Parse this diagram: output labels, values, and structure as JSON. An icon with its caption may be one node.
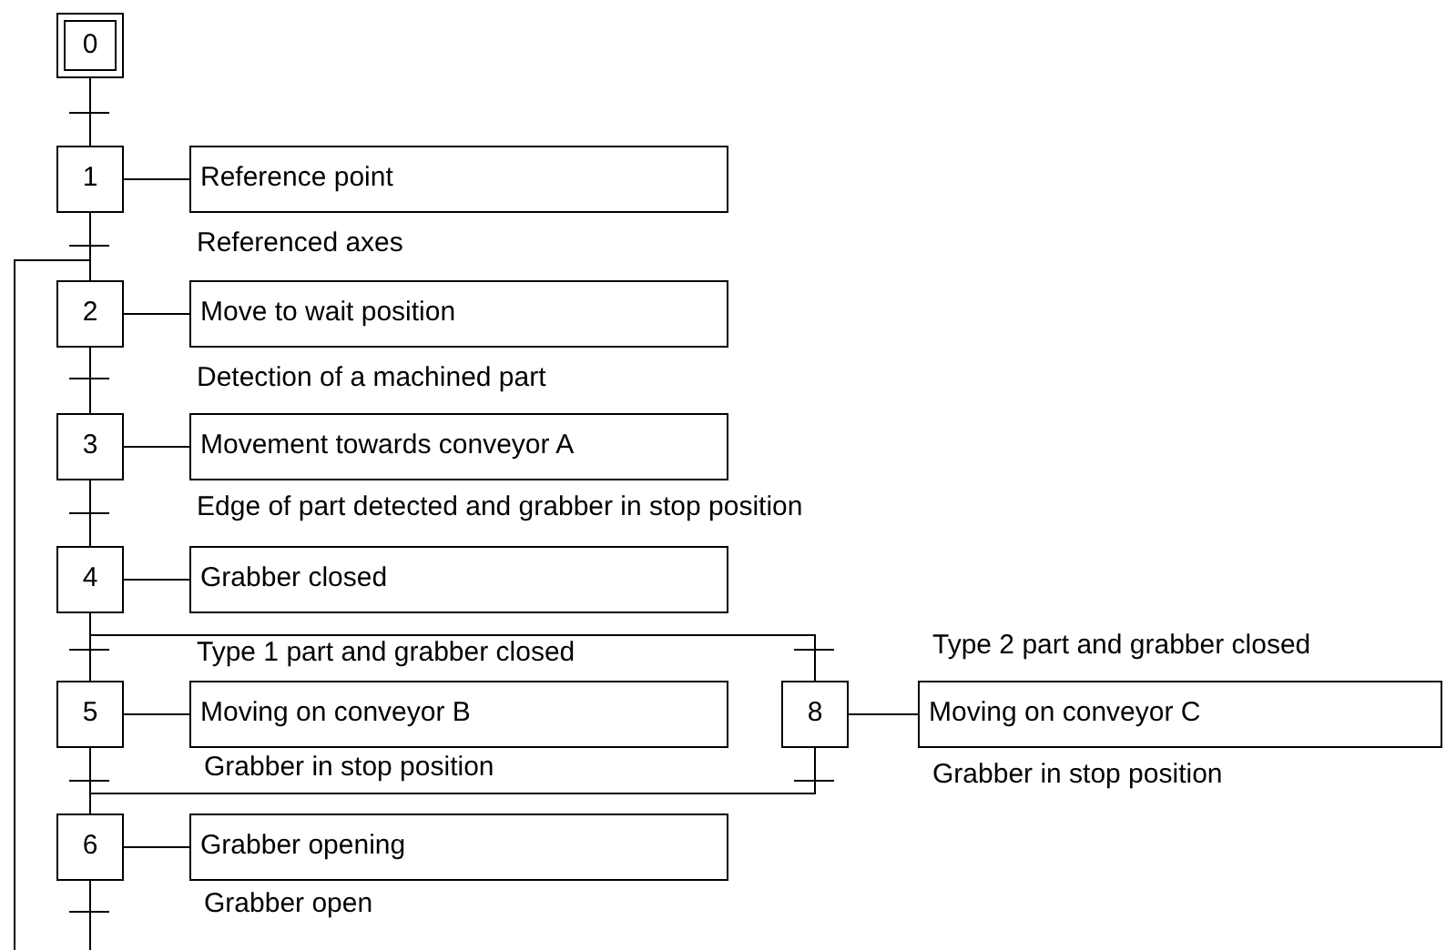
{
  "diagram": {
    "nodes": [
      {
        "text": [
          "0"
        ]
      },
      {
        "text": [
          "1"
        ]
      },
      {
        "text": [
          "Reference point"
        ]
      },
      {
        "text": [
          "2"
        ]
      },
      {
        "text": [
          "Move to wait position"
        ]
      },
      {
        "text": [
          "3"
        ]
      },
      {
        "text": [
          "Movement towards conveyor A"
        ]
      },
      {
        "text": [
          "4"
        ]
      },
      {
        "text": [
          "Grabber closed"
        ]
      },
      {
        "text": [
          "5"
        ]
      },
      {
        "text": [
          "Moving on conveyor B"
        ]
      },
      {
        "text": [
          "8"
        ]
      },
      {
        "text": [
          "Moving on conveyor C"
        ]
      },
      {
        "text": [
          "6"
        ]
      },
      {
        "text": [
          "Grabber opening"
        ]
      }
    ],
    "edges": [
      {
        "from": 0,
        "to": 1,
        "arrow": "none"
      },
      {
        "from": 1,
        "to": 2,
        "arrow": "none"
      },
      {
        "from": 1,
        "to": 3,
        "arrow": "none"
      },
      {
        "from": 3,
        "to": 4,
        "arrow": "none"
      },
      {
        "from": 3,
        "to": 5,
        "arrow": "none"
      },
      {
        "from": 5,
        "to": 6,
        "arrow": "none"
      },
      {
        "from": 5,
        "to": 7,
        "arrow": "none"
      },
      {
        "from": 7,
        "to": 8,
        "arrow": "none"
      },
      {
        "from": 7,
        "to": 9,
        "arrow": "none"
      },
      {
        "from": 7,
        "to": 11,
        "arrow": "none"
      },
      {
        "from": 9,
        "to": 10,
        "arrow": "none"
      },
      {
        "from": 11,
        "to": 12,
        "arrow": "none"
      },
      {
        "from": 9,
        "to": 13,
        "arrow": "none"
      },
      {
        "from": 11,
        "to": 13,
        "arrow": "none"
      },
      {
        "from": 13,
        "to": 14,
        "arrow": "none"
      },
      {
        "from": 13,
        "to": 3,
        "arrow": "none"
      }
    ],
    "labels": [
      "Referenced axes",
      "Detection of a machined part",
      "Edge of part detected and grabber in stop position",
      "Type 1 part and grabber closed",
      "Type 2 part and grabber closed",
      "Grabber in stop position",
      "Grabber in stop position",
      "Grabber open"
    ]
  }
}
